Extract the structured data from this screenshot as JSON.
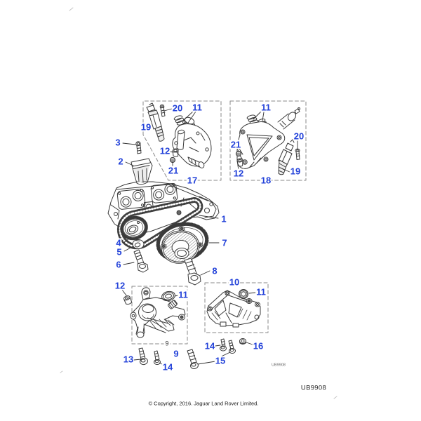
{
  "figure": {
    "drawing_code_small": "UB9908",
    "drawing_code_large": "UB9908",
    "copyright": "© Copyright, 2016. Jaguar Land Rover Limited.",
    "plain_label_box9": "9"
  },
  "callouts": [
    {
      "label": "20"
    },
    {
      "label": "11"
    },
    {
      "label": "19"
    },
    {
      "label": "3"
    },
    {
      "label": "2"
    },
    {
      "label": "12"
    },
    {
      "label": "21"
    },
    {
      "label": "17"
    },
    {
      "label": "11"
    },
    {
      "label": "21"
    },
    {
      "label": "12"
    },
    {
      "label": "20"
    },
    {
      "label": "19"
    },
    {
      "label": "18"
    },
    {
      "label": "1"
    },
    {
      "label": "4"
    },
    {
      "label": "5"
    },
    {
      "label": "6"
    },
    {
      "label": "7"
    },
    {
      "label": "8"
    },
    {
      "label": "12"
    },
    {
      "label": "11"
    },
    {
      "label": "10"
    },
    {
      "label": "11"
    },
    {
      "label": "14"
    },
    {
      "label": "16"
    },
    {
      "label": "13"
    },
    {
      "label": "14"
    },
    {
      "label": "9"
    },
    {
      "label": "15"
    }
  ],
  "colors": {
    "callout_blue": "#2342d9",
    "line_art": "#3a3a3a",
    "dashed_box": "#8a8a8a"
  }
}
